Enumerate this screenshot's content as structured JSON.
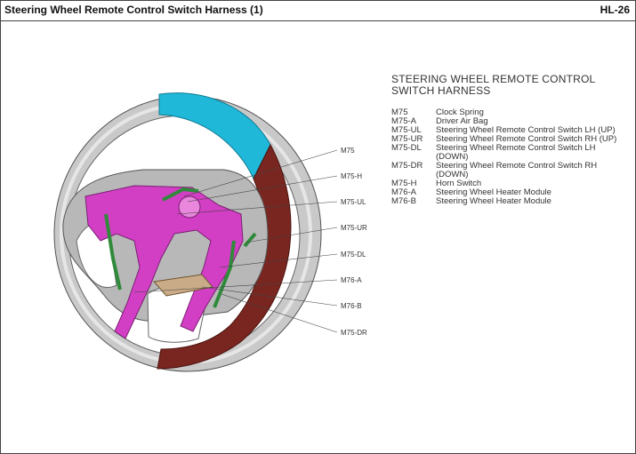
{
  "header": {
    "title": "Steering Wheel Remote Control Switch Harness (1)",
    "code": "HL-26"
  },
  "callouts": [
    "M75",
    "M75-H",
    "M75-UL",
    "M75-UR",
    "M75-DL",
    "M76-A",
    "M76-B",
    "M75-DR"
  ],
  "heading": {
    "line1": "STEERING WHEEL REMOTE CONTROL",
    "line2": "SWITCH HARNESS"
  },
  "legend": [
    {
      "code": "M75",
      "desc": "Clock Spring"
    },
    {
      "code": "M75-A",
      "desc": "Driver Air Bag"
    },
    {
      "code": "M75-UL",
      "desc": "Steering Wheel Remote Control Switch LH (UP)"
    },
    {
      "code": "M75-UR",
      "desc": "Steering Wheel Remote Control Switch RH (UP)"
    },
    {
      "code": "M75-DL",
      "desc": "Steering Wheel Remote Control Switch LH",
      "desc2": "(DOWN)"
    },
    {
      "code": "M75-DR",
      "desc": "Steering Wheel Remote Control Switch RH",
      "desc2": "(DOWN)"
    },
    {
      "code": "M75-H",
      "desc": "Horn Switch"
    },
    {
      "code": "M76-A",
      "desc": "Steering Wheel Heater Module"
    },
    {
      "code": "M76-B",
      "desc": "Steering Wheel Heater Module"
    }
  ],
  "colors": {
    "rim": "#c8c8c8",
    "rim_cyan": "#1fb8d8",
    "rim_maroon": "#7a2620",
    "bracket": "#d23fc4",
    "harness": "#2f8a3a",
    "heater_pad": "#c9ab87"
  }
}
